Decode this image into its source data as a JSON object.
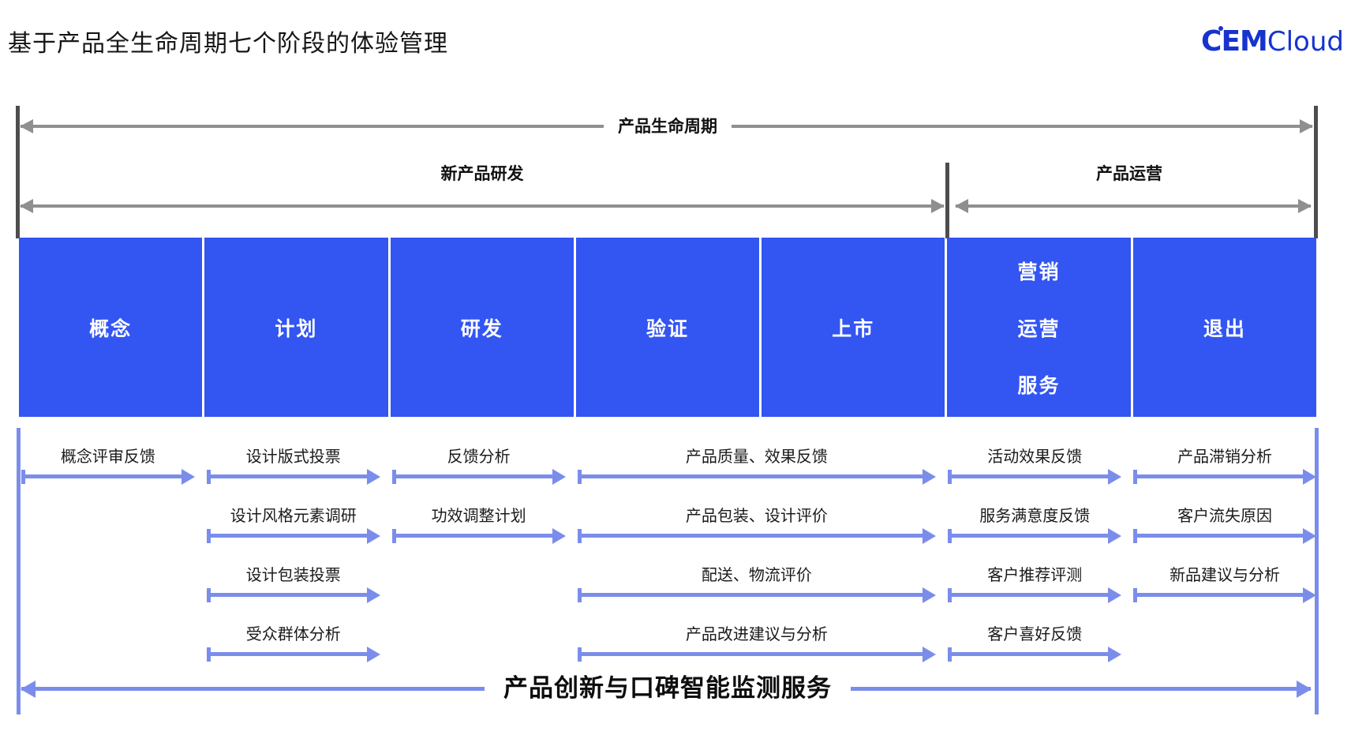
{
  "title": "基于产品全生命周期七个阶段的体验管理",
  "logo": {
    "c": "C",
    "em": "EM",
    "cloud": "Cloud"
  },
  "lifecycle": {
    "label": "产品生命周期"
  },
  "tiers": [
    {
      "label": "新产品研发"
    },
    {
      "label": "产品运营"
    }
  ],
  "stages": [
    {
      "label": "概念"
    },
    {
      "label": "计划"
    },
    {
      "label": "研发"
    },
    {
      "label": "验证"
    },
    {
      "label": "上市"
    },
    {
      "lines": [
        "营销",
        "运营",
        "服务"
      ]
    },
    {
      "label": "退出"
    }
  ],
  "feedback_rows": [
    {
      "items": [
        {
          "label": "概念评审反馈"
        },
        {
          "label": "设计版式投票"
        },
        {
          "label": "反馈分析"
        },
        {
          "label": "产品质量、效果反馈"
        },
        {
          "label": "活动效果反馈"
        },
        {
          "label": "产品滞销分析"
        }
      ]
    },
    {
      "items": [
        {
          "label": "设计风格元素调研"
        },
        {
          "label": "功效调整计划"
        },
        {
          "label": "产品包装、设计评价"
        },
        {
          "label": "服务满意度反馈"
        },
        {
          "label": "客户流失原因"
        }
      ]
    },
    {
      "items": [
        {
          "label": "设计包装投票"
        },
        {
          "label": "配送、物流评价"
        },
        {
          "label": "客户推荐评测"
        },
        {
          "label": "新品建议与分析"
        }
      ]
    },
    {
      "items": [
        {
          "label": "受众群体分析"
        },
        {
          "label": "产品改进建议与分析"
        },
        {
          "label": "客户喜好反馈"
        }
      ]
    }
  ],
  "bottom": {
    "label": "产品创新与口碑智能监测服务"
  },
  "colors": {
    "blue": "#3355f2",
    "arrow": "#7b8deb",
    "gray": "#8f8f8f",
    "dark": "#4d4d4d",
    "logo": "#1733cf",
    "ink": "#141414"
  }
}
